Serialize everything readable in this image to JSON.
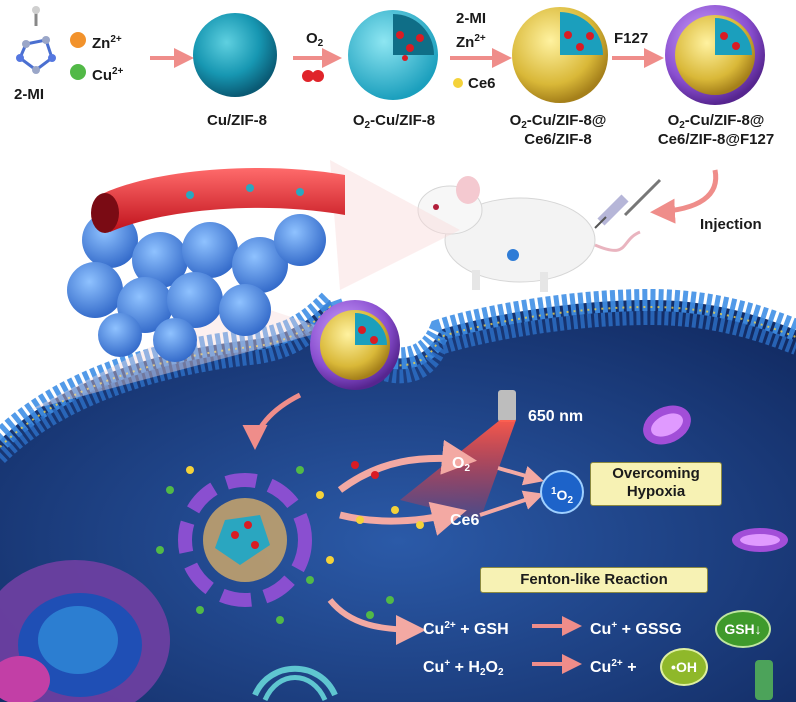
{
  "colors": {
    "zn": "#f2922b",
    "cu": "#52b947",
    "ce6": "#f4d23a",
    "shell": "#22a6c0",
    "cell": "#1e3f8a",
    "arrow": "#ef8d8a",
    "box_fill": "#f7f2b4",
    "green_badge": "#3f9a2b"
  },
  "synthesis": {
    "linker_label": "2-MI",
    "zn_ion": "Zn",
    "zn_charge": "2+",
    "cu_ion": "Cu",
    "cu_charge": "2+",
    "step1_label": "Cu/ZIF-8",
    "o2_reagent_main": "O",
    "o2_reagent_sub": "2",
    "step2_label_prefix": "O",
    "step2_label_sub": "2",
    "step2_label_suffix": "-Cu/ZIF-8",
    "mi_reagent": "2-MI",
    "zn_reagent": "Zn",
    "zn_reagent_charge": "2+",
    "ce6_reagent": "Ce6",
    "step3_line1_prefix": "O",
    "step3_line1_sub": "2",
    "step3_line1_suffix": "-Cu/ZIF-8@",
    "step3_line2": "Ce6/ZIF-8",
    "f127_reagent": "F127",
    "step4_line1_prefix": "O",
    "step4_line1_sub": "2",
    "step4_line1_suffix": "-Cu/ZIF-8@",
    "step4_line2": "Ce6/ZIF-8@F127",
    "injection": "Injection"
  },
  "cell": {
    "laser": "650 nm",
    "o2_main": "O",
    "o2_sub": "2",
    "ce6": "Ce6",
    "singlet_sup": "1",
    "singlet_main": "O",
    "singlet_sub": "2",
    "hypoxia_line1": "Overcoming",
    "hypoxia_line2": "Hypoxia",
    "fenton_title": "Fenton-like Reaction",
    "eq1": {
      "r1": "Cu",
      "r1_charge": "2+",
      "plus1": "+",
      "r2": "GSH",
      "p1": "Cu",
      "p1_charge": "+",
      "plus2": "+",
      "p2": "GSSG",
      "badge": "GSH↓"
    },
    "eq2": {
      "r1": "Cu",
      "r1_charge": "+",
      "plus1": "+",
      "r2_main": "H",
      "r2_sub1": "2",
      "r2_mid": "O",
      "r2_sub2": "2",
      "p1": "Cu",
      "p1_charge": "2+",
      "plus2": "+",
      "badge": "•OH"
    }
  }
}
